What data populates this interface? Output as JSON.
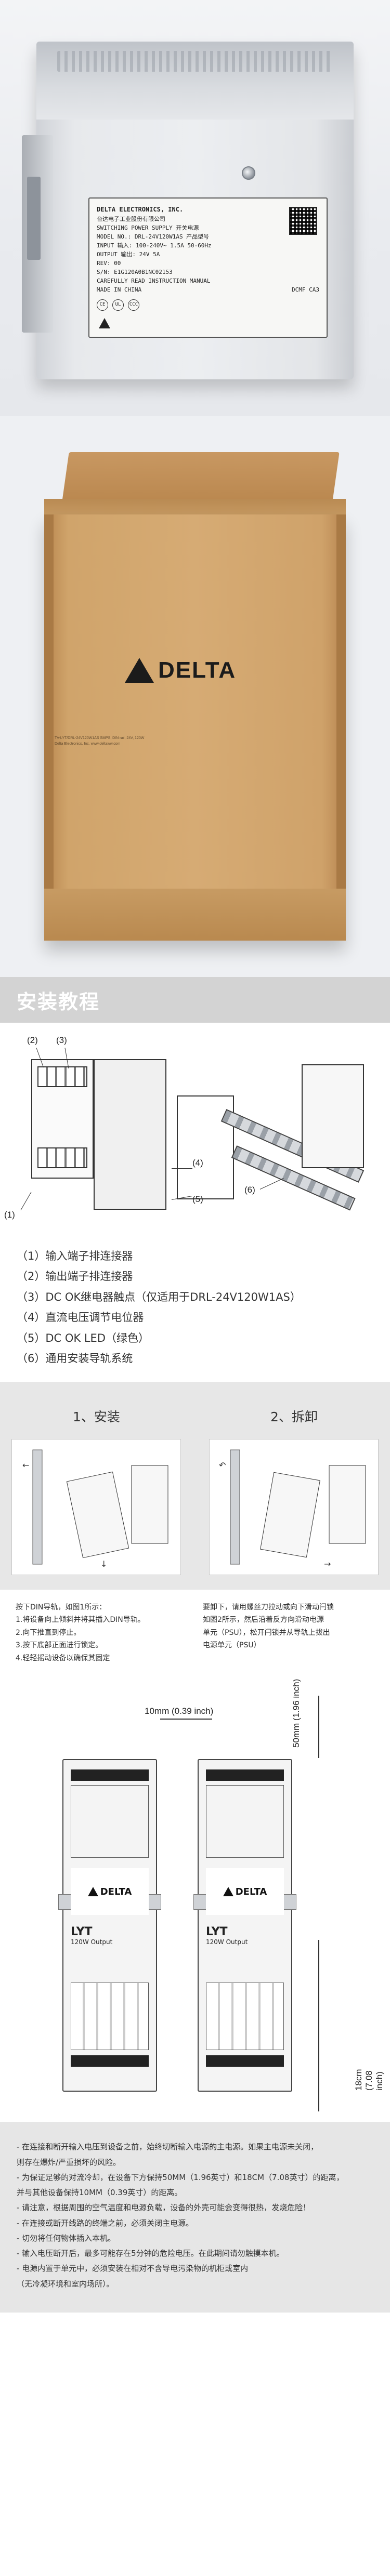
{
  "product_label": {
    "brand": "DELTA ELECTRONICS, INC.",
    "brand_cn": "台达电子工业股份有限公司",
    "product_line": "SWITCHING POWER SUPPLY 开关电源",
    "model": "MODEL NO.: DRL-24V120W1AS 产品型号",
    "input": "INPUT 输入: 100-240V~ 1.5A 50-60Hz",
    "output": "OUTPUT 输出: 24V 5A",
    "rev": "REV: 00",
    "sn": "S/N: E1G120A0B1NC02153",
    "made_in": "MADE IN CHINA",
    "date": "DCMF CA3",
    "manual": "CAREFULLY READ INSTRUCTION MANUAL"
  },
  "box": {
    "logo_text": "DELTA",
    "print_lines": [
      "TV-LYT/DRL-24V120W1AS SMPS, DIN rail, 24V, 120W",
      "Delta Electronics, Inc. www.deltaww.com"
    ]
  },
  "install": {
    "title": "安装教程",
    "callouts": [
      "(1)",
      "(2)",
      "(3)",
      "(4)",
      "(5)",
      "(6)"
    ],
    "features": [
      "（1）输入端子排连接器",
      "（2）输出端子排连接器",
      "（3）DC OK继电器触点（仅适用于DRL-24V120W1AS）",
      "（4）直流电压调节电位器",
      "（5）DC OK LED（绿色）",
      "（6）通用安装导轨系统"
    ],
    "steps": {
      "install_label": "1、安装",
      "remove_label": "2、拆卸",
      "install_notes": [
        "按下DIN导轨，如图1所示：",
        "1.将设备向上倾斜并将其插入DIN导轨。",
        "2.向下推直到停止。",
        "3.按下底部正面进行锁定。",
        "4.轻轻摇动设备以确保其固定"
      ],
      "remove_notes": [
        "要卸下，请用螺丝刀拉动或向下滑动闩锁",
        "如图2所示，然后沿着反方向滑动电源",
        "单元（PSU），松开闩锁并从导轨上拔出",
        "电源单元（PSU）"
      ]
    }
  },
  "dims": {
    "top_gap": "10mm (0.39 inch)",
    "right_top": "50mm (1.96 inch)",
    "right_bottom": "18cm (7.08 inch)",
    "unit_logo": "DELTA",
    "unit_model": "LYT",
    "unit_output": "120W Output"
  },
  "notes": [
    "- 在连接和断开输入电压到设备之前，始终切断输入电源的主电源。如果主电源未关闭，",
    "  则存在爆炸/严重损坏的风险。",
    "- 为保证足够的对流冷却，在设备下方保持50MM（1.96英寸）和18CM（7.08英寸）的距离，",
    "  并与其他设备保持10MM（0.39英寸）的距离。",
    "- 请注意，根据周围的空气温度和电源负载，设备的外壳可能会变得很热，发烧危险！",
    "- 在连接或断开线路的终端之前，必须关闭主电源。",
    "- 切勿将任何物体插入本机。",
    "- 输入电压断开后，最多可能存在5分钟的危险电压。在此期间请勿触摸本机。",
    "- 电源内置于单元中，必须安装在相对不含导电污染物的机柜或室内",
    "  （无冷凝环境和室内场所）。"
  ]
}
